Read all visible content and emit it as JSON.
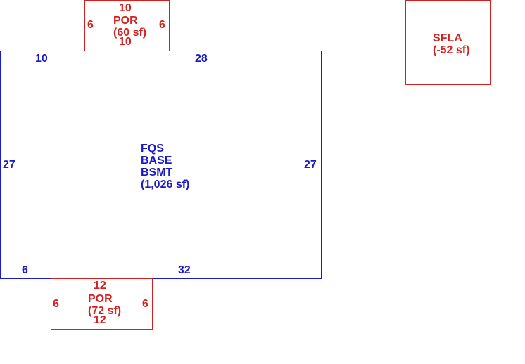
{
  "colors": {
    "base": "#1a1ac8",
    "porch": "#d42020"
  },
  "base_area": {
    "label_line1": "FQS",
    "label_line2": "BASE",
    "label_line3": "BSMT",
    "area": "(1,026 sf)",
    "dim_top_left": "10",
    "dim_top_right": "28",
    "dim_left": "27",
    "dim_right": "27",
    "dim_bottom_left": "6",
    "dim_bottom_right": "32"
  },
  "porch_top": {
    "label": "POR",
    "area": "(60 sf)",
    "dim_top": "10",
    "dim_bottom": "10",
    "dim_left": "6",
    "dim_right": "6"
  },
  "porch_bottom": {
    "label": "POR",
    "area": "(72 sf)",
    "dim_top": "12",
    "dim_bottom": "12",
    "dim_left": "6",
    "dim_right": "6"
  },
  "sfla": {
    "label": "SFLA",
    "area": "(-52 sf)"
  }
}
